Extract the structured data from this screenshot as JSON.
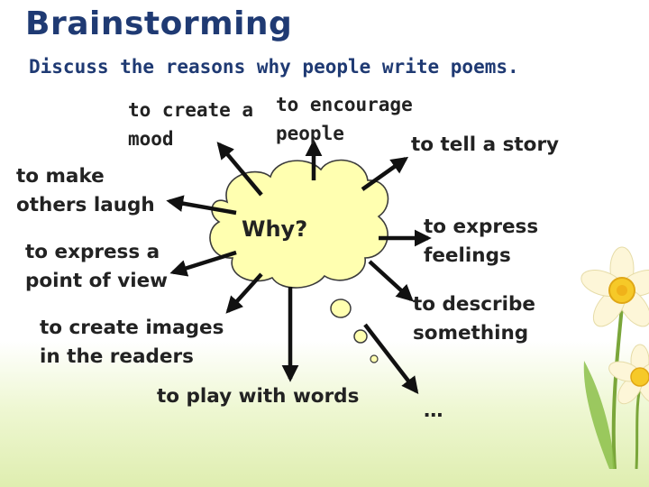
{
  "slide": {
    "title": "Brainstorming",
    "subtitle": "Discuss the reasons why people write poems."
  },
  "center": {
    "label": "Why?"
  },
  "reasons": {
    "create_mood": "to create a\nmood",
    "encourage": "to encourage\npeople",
    "tell_story": "to tell a story",
    "others_laugh": "to make\nothers laugh",
    "express_feelings": "to express\nfeelings",
    "point_of_view": "to express a\npoint of view",
    "describe": "to describe\nsomething",
    "create_images": "to create images\nin the readers",
    "play_words": "to play with words",
    "more": "…"
  },
  "colors": {
    "title": "#1f3a73",
    "cloud_fill": "#ffffb0",
    "cloud_stroke": "#3b3b3b",
    "arrow": "#111111",
    "bottom_tint": "#dfeeb0"
  },
  "icons": {
    "flower": "daffodil-icon"
  }
}
